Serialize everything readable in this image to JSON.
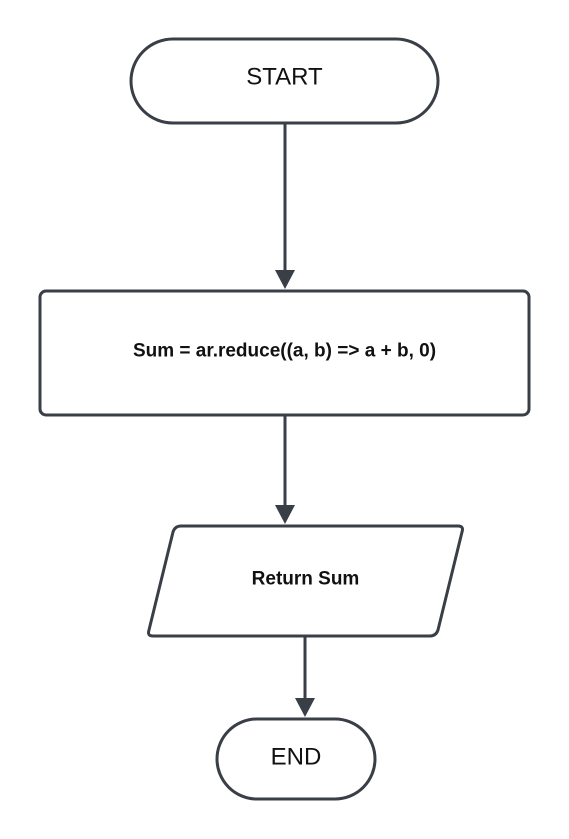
{
  "flowchart": {
    "nodes": [
      {
        "id": "start",
        "type": "terminal",
        "label": "START"
      },
      {
        "id": "process",
        "type": "process",
        "label": "Sum = ar.reduce((a, b) => a + b, 0)"
      },
      {
        "id": "output",
        "type": "io",
        "label": "Return Sum"
      },
      {
        "id": "end",
        "type": "terminal",
        "label": "END"
      }
    ],
    "edges": [
      {
        "from": "start",
        "to": "process"
      },
      {
        "from": "process",
        "to": "output"
      },
      {
        "from": "output",
        "to": "end"
      }
    ],
    "colors": {
      "stroke": "#3a3f47",
      "fill": "#ffffff",
      "text": "#111111"
    }
  }
}
